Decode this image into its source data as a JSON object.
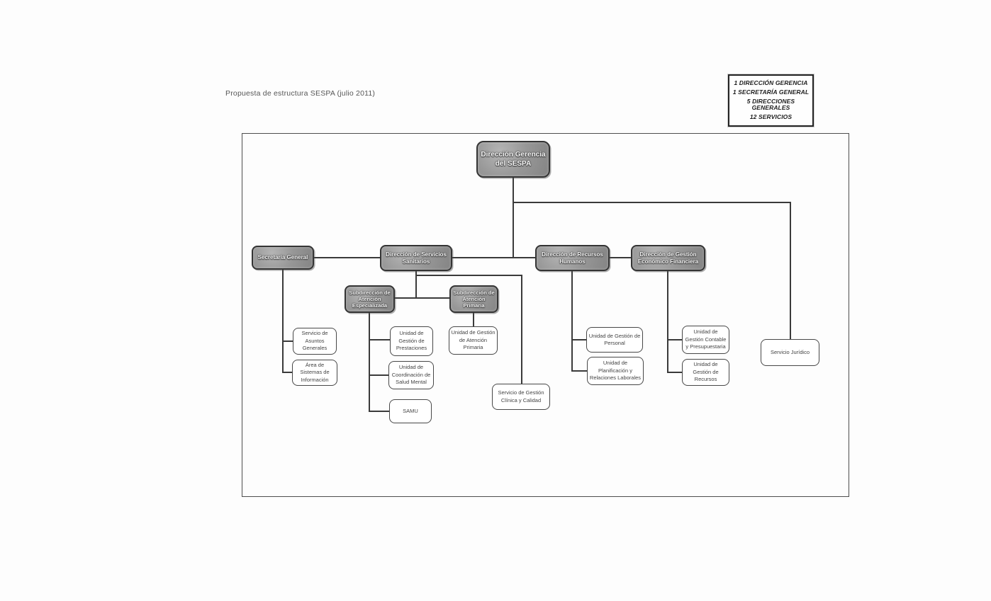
{
  "document": {
    "title": "Propuesta de estructura SESPA (julio 2011)"
  },
  "legend": {
    "lines": [
      "1 DIRECCIÓN GERENCIA",
      "1 SECRETARÍA GENERAL",
      "5 DIRECCIONES GENERALES",
      "12 SERVICIOS"
    ]
  },
  "org": {
    "root": {
      "label": "Dirección Gerencia del SESPA"
    },
    "level2": {
      "secretaria_general": {
        "label": "Secretaría General",
        "parent": "Dirección Gerencia del SESPA"
      },
      "direccion_servicios_sanitarios": {
        "label": "Dirección de Servicios Sanitarios",
        "parent": "Dirección Gerencia del SESPA"
      },
      "direccion_recursos_humanos": {
        "label": "Dirección de Recursos Humanos",
        "parent": "Dirección Gerencia del SESPA"
      },
      "direccion_gestion_economico_financiera": {
        "label": "Dirección de Gestión Económico Financiera",
        "parent": "Dirección Gerencia del SESPA"
      }
    },
    "level3": {
      "subdireccion_atencion_especializada": {
        "label": "Subdirección de Atención Especializada",
        "parent": "Dirección de Servicios Sanitarios"
      },
      "subdireccion_atencion_primaria": {
        "label": "Subdirección de Atención Primaria",
        "parent": "Dirección de Servicios Sanitarios"
      }
    },
    "units": {
      "servicio_asuntos_generales": {
        "label": "Servicio de Asuntos Generales",
        "parent": "Secretaría General"
      },
      "area_sistemas_informacion": {
        "label": "Área de Sistemas de Información",
        "parent": "Secretaría General"
      },
      "unidad_gestion_prestaciones": {
        "label": "Unidad de Gestión de Prestaciones",
        "parent": "Subdirección de Atención Especializada"
      },
      "unidad_coordinacion_salud_mental": {
        "label": "Unidad de Coordinación de Salud Mental",
        "parent": "Subdirección de Atención Especializada"
      },
      "samu": {
        "label": "SAMU",
        "parent": "Subdirección de Atención Especializada"
      },
      "unidad_gestion_atencion_primaria": {
        "label": "Unidad de Gestión de Atención Primaria",
        "parent": "Subdirección de Atención Primaria"
      },
      "servicio_gestion_clinica_calidad": {
        "label": "Servicio de Gestión Clínica y Calidad",
        "parent": "Dirección de Servicios Sanitarios"
      },
      "unidad_gestion_personal": {
        "label": "Unidad de Gestión de Personal",
        "parent": "Dirección de Recursos Humanos"
      },
      "unidad_planificacion_relaciones_laborales": {
        "label": "Unidad de Planificación y Relaciones Laborales",
        "parent": "Dirección de Recursos Humanos"
      },
      "unidad_gestion_contable_presupuestaria": {
        "label": "Unidad de Gestión Contable y Presupuestaria",
        "parent": "Dirección de Gestión Económico Financiera"
      },
      "unidad_gestion_recursos": {
        "label": "Unidad de Gestión de Recursos",
        "parent": "Dirección de Gestión Económico Financiera"
      },
      "servicio_juridico": {
        "label": "Servicio Jurídico",
        "parent": "Dirección Gerencia del SESPA"
      }
    }
  },
  "colors": {
    "node_gray_fill": "#979797",
    "node_gray_border": "#343434",
    "white_node_border": "#474747",
    "connector": "#3a3a3a",
    "frame_border": "#4d4d4d",
    "title_text": "#565656"
  }
}
